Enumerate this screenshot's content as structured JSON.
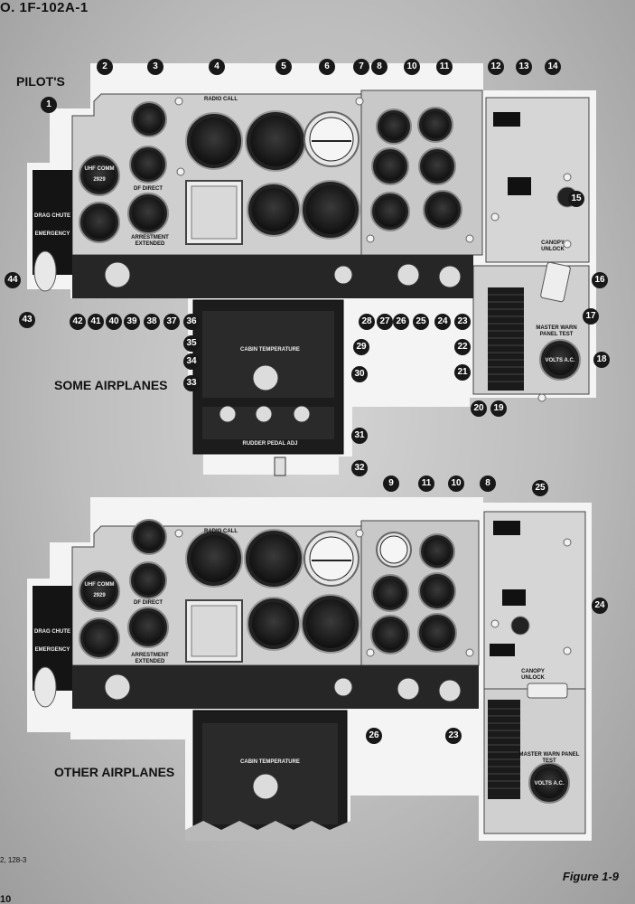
{
  "document": {
    "header_id": "O. 1F-102A-1",
    "figure_label": "Figure 1-9",
    "negative_number": "2, 128-3",
    "page_number": "10"
  },
  "section_labels": {
    "pilots": "PILOT'S",
    "some_airplanes": "SOME AIRPLANES",
    "other_airplanes": "OTHER AIRPLANES"
  },
  "panel_placards": {
    "radio_call": "RADIO CALL",
    "uhf_comm": "UHF COMM",
    "uhf_freq": "2929",
    "df_direct": "DF DIRECT",
    "arrestment_extended": "ARRESTMENT EXTENDED",
    "drag_chute": "DRAG CHUTE",
    "emergency": "EMERGENCY",
    "canopy_unlock": "CANOPY UNLOCK",
    "master_warn_test": "MASTER WARN PANEL TEST",
    "volts": "VOLTS A.C.",
    "rudder_pedal_adj": "RUDDER PEDAL ADJ",
    "cabin_temperature": "CABIN TEMPERATURE"
  },
  "callouts_top": [
    "1",
    "2",
    "3",
    "4",
    "5",
    "6",
    "7",
    "8",
    "10",
    "11",
    "12",
    "13",
    "14",
    "15",
    "16",
    "17",
    "18",
    "19",
    "20",
    "21",
    "22",
    "23",
    "24",
    "25",
    "26",
    "27",
    "28",
    "29",
    "30",
    "31",
    "32",
    "33",
    "34",
    "35",
    "36",
    "37",
    "38",
    "39",
    "40",
    "41",
    "42",
    "43",
    "44"
  ],
  "callouts_bottom": [
    "9",
    "11",
    "10",
    "8",
    "25",
    "24",
    "26",
    "23"
  ]
}
